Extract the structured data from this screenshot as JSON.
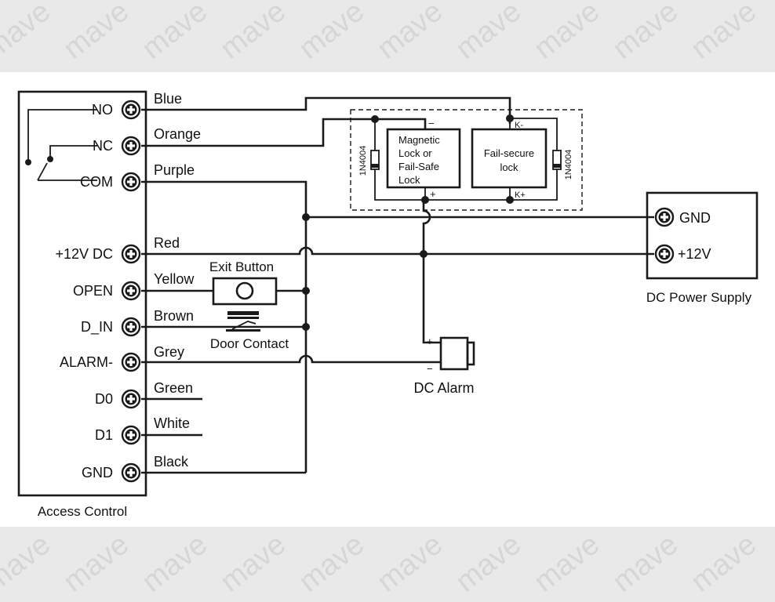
{
  "watermark": {
    "text": "mave",
    "color": "#d6d6d6"
  },
  "colors": {
    "line": "#1a1a1a",
    "band": "#e9e9e9",
    "background": "#ffffff"
  },
  "access_control": {
    "title": "Access Control",
    "terminals": [
      {
        "label": "NO",
        "wire": "Blue"
      },
      {
        "label": "NC",
        "wire": "Orange"
      },
      {
        "label": "COM",
        "wire": "Purple"
      },
      {
        "label": "+12V DC",
        "wire": "Red"
      },
      {
        "label": "OPEN",
        "wire": "Yellow"
      },
      {
        "label": "D_IN",
        "wire": "Brown"
      },
      {
        "label": "ALARM-",
        "wire": "Grey"
      },
      {
        "label": "D0",
        "wire": "Green"
      },
      {
        "label": "D1",
        "wire": "White"
      },
      {
        "label": "GND",
        "wire": "Black"
      }
    ]
  },
  "locks": {
    "magnetic": {
      "lines": [
        "Magnetic",
        "Lock or",
        "Fail-Safe",
        "Lock"
      ],
      "minus": "−",
      "plus": "+"
    },
    "fail_secure": {
      "lines": [
        "Fail-secure",
        "lock"
      ],
      "k_minus": "K-",
      "k_plus": "K+"
    },
    "diode_left": "1N4004",
    "diode_right": "1N4004"
  },
  "exit_button": {
    "label": "Exit Button"
  },
  "door_contact": {
    "label": "Door Contact"
  },
  "power_supply": {
    "title": "DC Power Supply",
    "gnd": "GND",
    "v12": "+12V"
  },
  "alarm": {
    "title": "DC  Alarm",
    "plus": "+",
    "minus": "−"
  }
}
